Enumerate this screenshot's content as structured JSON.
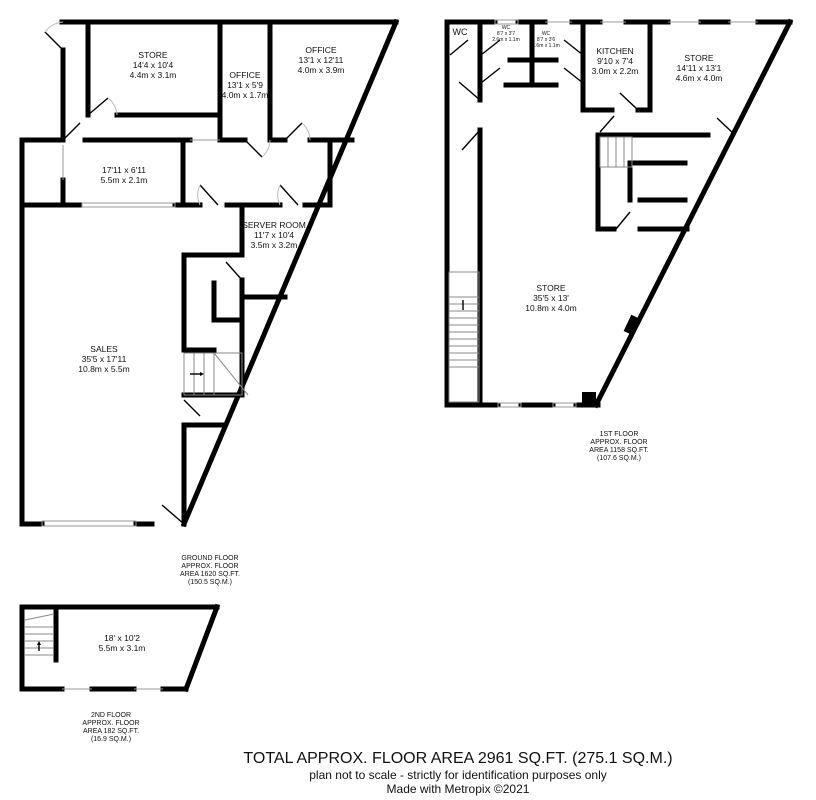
{
  "ground_floor": {
    "rooms": [
      {
        "name": "STORE",
        "imperial": "14'4 x 10'4",
        "metric": "4.4m x 3.1m"
      },
      {
        "name": "OFFICE",
        "imperial": "13'1 x 5'9",
        "metric": "4.0m x 1.7m"
      },
      {
        "name": "OFFICE",
        "imperial": "13'1 x 12'11",
        "metric": "4.0m x 3.9m"
      },
      {
        "name": "",
        "imperial": "17'11 x 6'11",
        "metric": "5.5m x 2.1m"
      },
      {
        "name": "SERVER ROOM",
        "imperial": "11'7 x 10'4",
        "metric": "3.5m x 3.2m"
      },
      {
        "name": "SALES",
        "imperial": "35'5 x 17'11",
        "metric": "10.8m x 5.5m"
      }
    ],
    "area": [
      "GROUND FLOOR",
      "APPROX. FLOOR",
      "AREA 1620 SQ.FT.",
      "(150.5 SQ.M.)"
    ]
  },
  "first_floor": {
    "rooms": [
      {
        "name": "WC",
        "imperial": "",
        "metric": ""
      },
      {
        "name": "WC",
        "imperial": "8'7 x 3'7",
        "metric": "2.6m x 1.1m"
      },
      {
        "name": "WC",
        "imperial": "8'7 x 3'6",
        "metric": "2.6m x 1.1m"
      },
      {
        "name": "KITCHEN",
        "imperial": "9'10 x 7'4",
        "metric": "3.0m x 2.2m"
      },
      {
        "name": "STORE",
        "imperial": "14'11 x 13'1",
        "metric": "4.6m x 4.0m"
      },
      {
        "name": "STORE",
        "imperial": "35'5 x 13'",
        "metric": "10.8m x 4.0m"
      }
    ],
    "area": [
      "1ST FLOOR",
      "APPROX. FLOOR",
      "AREA 1158 SQ.FT.",
      "(107.6 SQ.M.)"
    ]
  },
  "second_floor": {
    "rooms": [
      {
        "name": "",
        "imperial": "18' x 10'2",
        "metric": "5.5m x 3.1m"
      }
    ],
    "area": [
      "2ND FLOOR",
      "APPROX. FLOOR",
      "AREA 182 SQ.FT.",
      "(16.9 SQ.M.)"
    ]
  },
  "footer": {
    "total": "TOTAL APPROX. FLOOR AREA 2961 SQ.FT. (275.1 SQ.M.)",
    "disclaimer": "plan not to scale - strictly for identification purposes only",
    "credit": "Made with Metropix ©2021"
  }
}
